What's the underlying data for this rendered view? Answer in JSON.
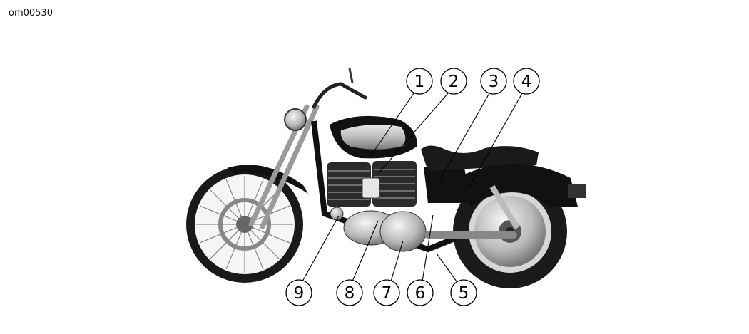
{
  "figure_id": "om00530",
  "callouts": [
    "1",
    "2",
    "3",
    "4",
    "5",
    "6",
    "7",
    "8",
    "9"
  ],
  "icons": {
    "motorcycle": "motorcycle-side-view-illustration"
  }
}
